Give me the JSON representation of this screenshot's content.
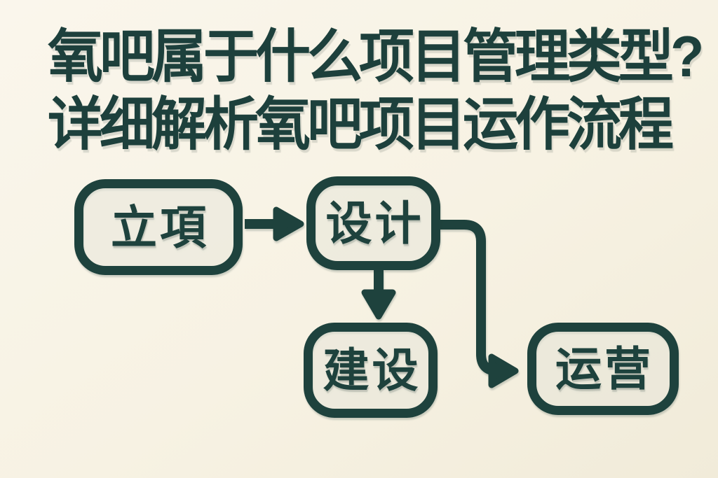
{
  "title": {
    "line1": "氧吧属于什么项目管理类型?",
    "line2": "详细解析氧吧项目运作流程"
  },
  "flowchart": {
    "nodes": [
      {
        "id": "lixiang",
        "label": "立項"
      },
      {
        "id": "sheji",
        "label": "设计"
      },
      {
        "id": "jianshe",
        "label": "建设"
      },
      {
        "id": "yunying",
        "label": "运营"
      }
    ],
    "edges": [
      {
        "from": "立項",
        "to": "设计",
        "shape": "straight-right-arrow"
      },
      {
        "from": "设计",
        "to": "建设",
        "shape": "straight-down-arrow"
      },
      {
        "from": "设计",
        "to": "运营",
        "shape": "elbow-right-down-right-arrow"
      }
    ]
  },
  "colors": {
    "background": "#f7f2e3",
    "ink": "#1e423d"
  }
}
